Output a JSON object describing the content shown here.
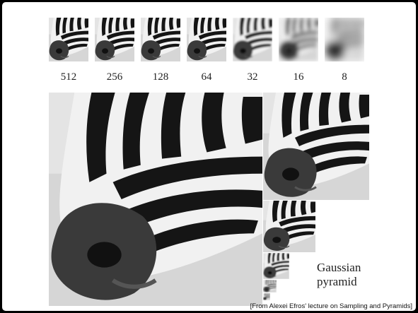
{
  "sizes": [
    "512",
    "256",
    "128",
    "64",
    "32",
    "16",
    "8"
  ],
  "pyramid_label": {
    "line1": "Gaussian",
    "line2": "pyramid"
  },
  "credit": "[From Alexei Efros' lecture on Sampling and Pyramids]",
  "colors": {
    "background": "#ffffff",
    "frame": "#000000",
    "text": "#222222"
  },
  "image_subject": "zebra-nose-photo"
}
